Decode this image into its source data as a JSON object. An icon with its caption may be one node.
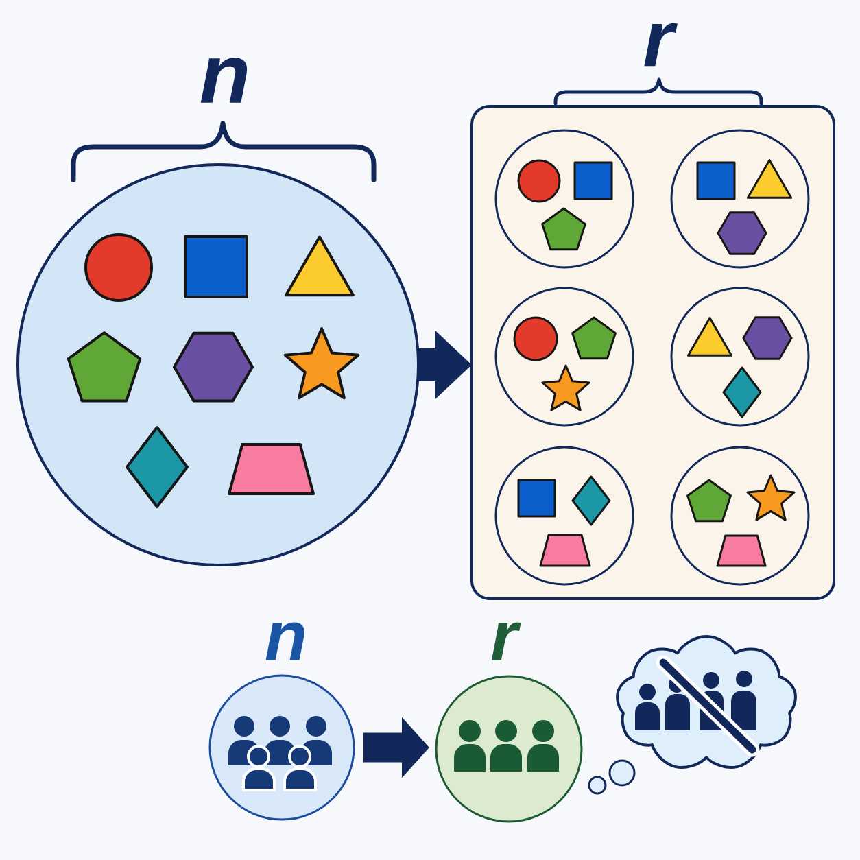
{
  "diagram": {
    "nodes": [
      {
        "text": [],
        "shape": "circle",
        "beside": [
          "n"
        ]
      },
      {
        "text": [],
        "shape": "circle",
        "in": 0
      },
      {
        "text": [],
        "shape": "square",
        "in": 0
      },
      {
        "text": [],
        "shape": "triangle",
        "in": 0
      },
      {
        "text": [],
        "shape": "pentagon",
        "in": 0
      },
      {
        "text": [],
        "shape": "hexagon",
        "in": 0
      },
      {
        "text": [],
        "shape": "star",
        "in": 0
      },
      {
        "text": [],
        "shape": "diamond",
        "in": 0
      },
      {
        "text": [],
        "shape": "trapezoid",
        "in": 0
      },
      {
        "text": [],
        "shape": "box",
        "beside": [
          "r"
        ]
      },
      {
        "text": [],
        "shape": "circle",
        "in": 9
      },
      {
        "text": [],
        "shape": "circle",
        "in": 10
      },
      {
        "text": [],
        "shape": "square",
        "in": 10
      },
      {
        "text": [],
        "shape": "pentagon",
        "in": 10
      },
      {
        "text": [],
        "shape": "circle",
        "in": 9
      },
      {
        "text": [],
        "shape": "square",
        "in": 14
      },
      {
        "text": [],
        "shape": "triangle",
        "in": 14
      },
      {
        "text": [],
        "shape": "hexagon",
        "in": 14
      },
      {
        "text": [],
        "shape": "circle",
        "in": 9
      },
      {
        "text": [],
        "shape": "circle",
        "in": 18
      },
      {
        "text": [],
        "shape": "pentagon",
        "in": 18
      },
      {
        "text": [],
        "shape": "star",
        "in": 18
      },
      {
        "text": [],
        "shape": "circle",
        "in": 9
      },
      {
        "text": [],
        "shape": "triangle",
        "in": 22
      },
      {
        "text": [],
        "shape": "hexagon",
        "in": 22
      },
      {
        "text": [],
        "shape": "diamond",
        "in": 22
      },
      {
        "text": [],
        "shape": "circle",
        "in": 9
      },
      {
        "text": [],
        "shape": "square",
        "in": 26
      },
      {
        "text": [],
        "shape": "diamond",
        "in": 26
      },
      {
        "text": [],
        "shape": "trapezoid",
        "in": 26
      },
      {
        "text": [],
        "shape": "circle",
        "in": 9
      },
      {
        "text": [],
        "shape": "pentagon",
        "in": 30
      },
      {
        "text": [],
        "shape": "star",
        "in": 30
      },
      {
        "text": [],
        "shape": "trapezoid",
        "in": 30
      },
      {
        "text": [],
        "shape": "circle",
        "beside": [
          "n"
        ]
      },
      {
        "text": [],
        "shape": "circle",
        "beside": [
          "r"
        ]
      },
      {
        "text": [],
        "shape": "cloud"
      }
    ],
    "edges": [
      {
        "from": 0,
        "to": 9,
        "arrow": "to"
      },
      {
        "from": 34,
        "to": 35,
        "arrow": "to"
      }
    ]
  }
}
